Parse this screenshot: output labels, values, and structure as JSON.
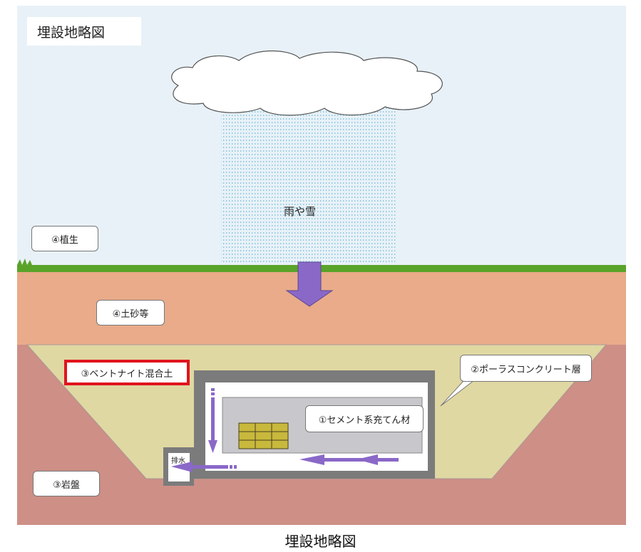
{
  "diagram": {
    "title": "埋設地略図",
    "rain_label": "雨や雪",
    "vegetation_label": "④植生",
    "soil_label": "④土砂等",
    "bentonite_label": "③ベントナイト混合土",
    "porous_concrete_label": "②ポーラスコンクリート層",
    "cement_label": "①セメント系充てん材",
    "drain_label": "排水",
    "bedrock_label": "③岩盤",
    "highlight_color": "#e0141e"
  },
  "caption": "埋設地略図"
}
